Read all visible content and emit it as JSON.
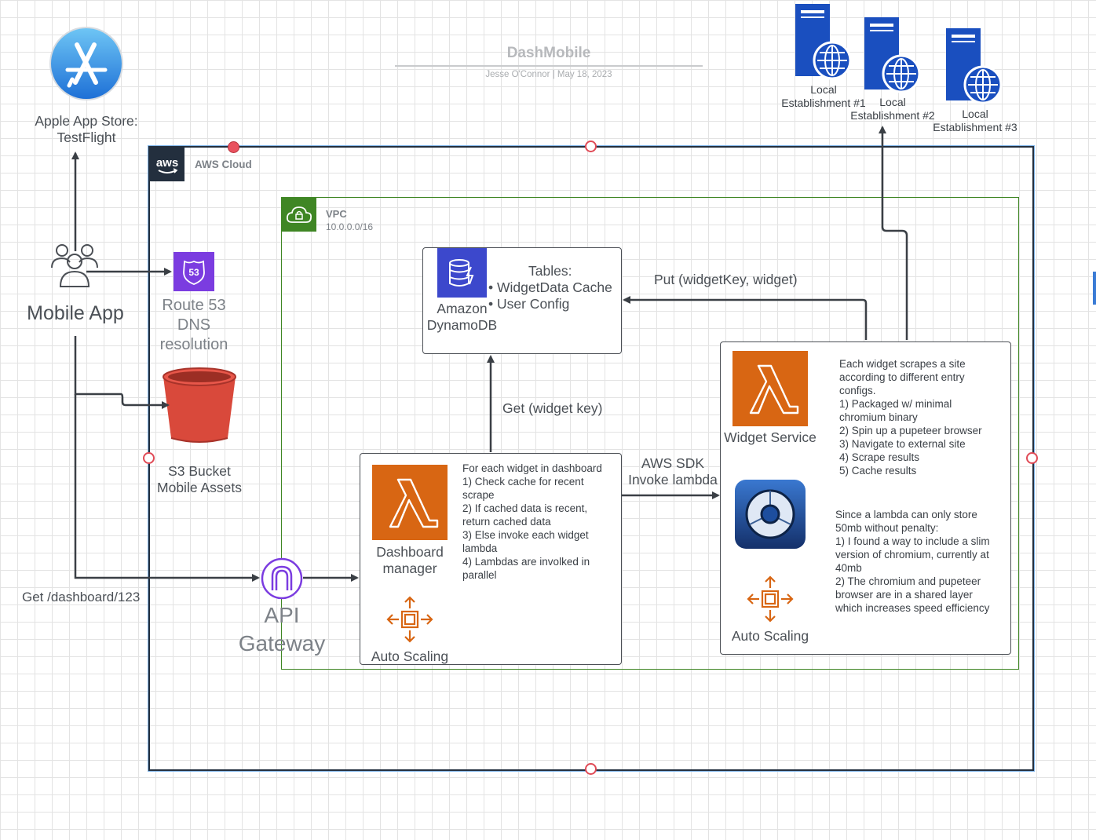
{
  "header": {
    "title": "DashMobile",
    "byline": "Jesse O'Connor  |  May 18, 2023"
  },
  "aws": {
    "label": "AWS Cloud",
    "logo_text": "aws"
  },
  "vpc": {
    "label": "VPC",
    "cidr": "10.0.0.0/16"
  },
  "nodes": {
    "app_store": "Apple App Store:\nTestFlight",
    "mobile_app": "Mobile App",
    "route53": "Route 53\nDNS\nresolution",
    "s3": "S3 Bucket\nMobile Assets",
    "api_gateway": "API\nGateway",
    "dynamodb": "Amazon\nDynamoDB",
    "dynamodb_tables_title": "Tables:",
    "dynamodb_tables": [
      "WidgetData Cache",
      "User Config"
    ],
    "dashboard_manager": "Dashboard\nmanager",
    "dashboard_manager_notes": "For each widget in dashboard\n1) Check cache for recent scrape\n2) If cached data is recent, return cached data\n3) Else invoke each widget lambda\n4) Lambdas are involked in parallel",
    "auto_scaling_1": "Auto Scaling",
    "widget_service": "Widget Service",
    "widget_service_notes": "Each widget scrapes a site according to different entry configs.\n1) Packaged w/ minimal chromium binary\n2) Spin up a pupeteer browser\n3) Navigate to external site\n4) Scrape results\n5) Cache results",
    "chromium_notes": "Since a lambda can only store 50mb without penalty:\n1) I found a way to include  a slim version of chromium, currently at 40mb\n2) The chromium and pupeteer browser are in a shared layer which increases speed efficiency",
    "auto_scaling_2": "Auto Scaling",
    "local_1": "Local\nEstablishment #1",
    "local_2": "Local\nEstablishment #2",
    "local_3": "Local\nEstablishment #3"
  },
  "edges": {
    "get_dashboard": "Get /dashboard/123",
    "get_widget_key": "Get (widget key)",
    "put_widget": "Put (widgetKey, widget)",
    "invoke_lambda": "AWS SDK\nInvoke lambda"
  },
  "colors": {
    "aws_dark": "#232f3e",
    "vpc_green": "#3f8624",
    "lambda_orange": "#d86613",
    "route53_purple": "#7b3ce0",
    "dynamodb_blue": "#3c48cc",
    "s3_red": "#d9493b",
    "server_blue": "#1a4fbf",
    "api_purple": "#7b3ce0",
    "anchor_red": "#e04a56"
  },
  "icons": {
    "app_store": "app-store-icon",
    "mobile_app": "users-icon",
    "route53": "route53-icon",
    "s3": "s3-bucket-icon",
    "api_gateway": "api-gateway-icon",
    "dynamodb": "dynamodb-icon",
    "lambda": "lambda-icon",
    "chromium": "chromium-icon",
    "auto_scaling": "auto-scaling-icon",
    "server": "web-server-icon"
  }
}
